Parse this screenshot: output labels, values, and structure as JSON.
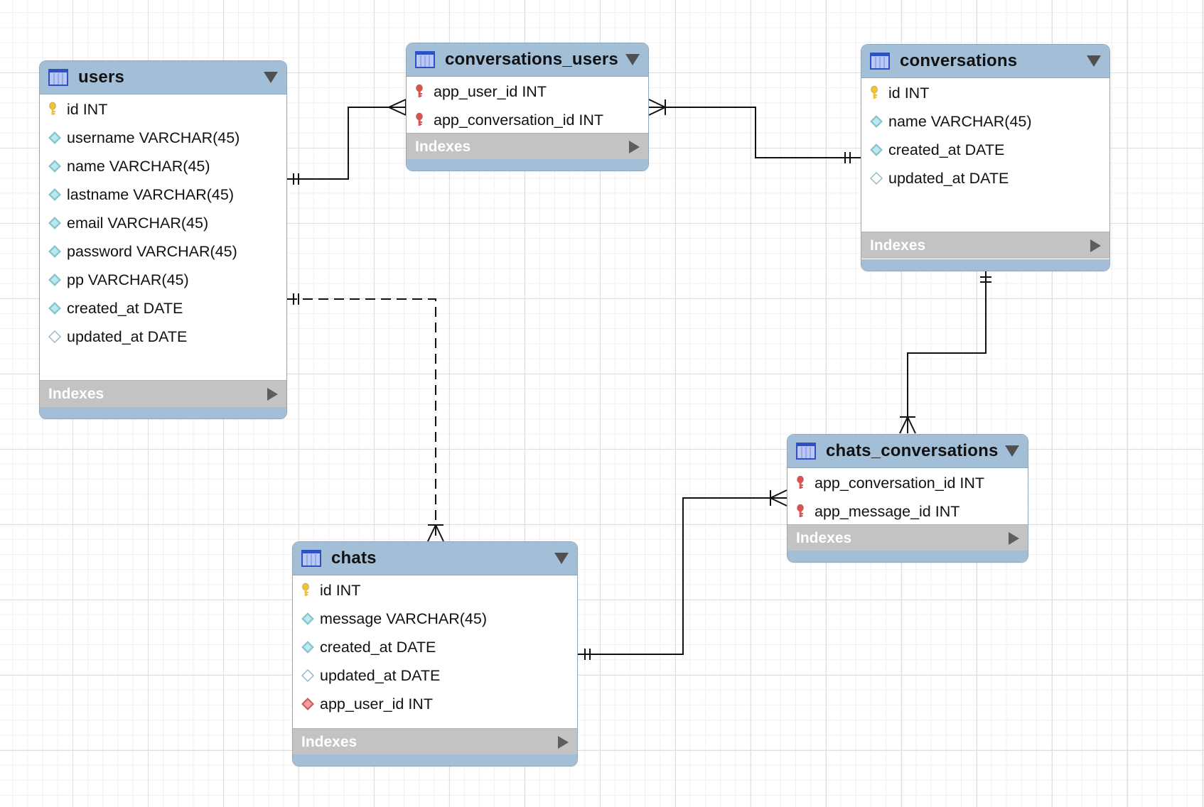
{
  "diagram": {
    "indexes_label": "Indexes",
    "colors": {
      "header": "#a3bfd8",
      "indexes_bar": "#c3c3c3",
      "line": "#111111",
      "pk_icon": "#f2c230",
      "fk_icon": "#d9534f",
      "column_icon": "#7fd0d8"
    },
    "entities": [
      {
        "id": "users",
        "name": "users",
        "columns": [
          {
            "label": "id INT",
            "icon": "primary-key-icon"
          },
          {
            "label": "username VARCHAR(45)",
            "icon": "column-filled-icon"
          },
          {
            "label": "name VARCHAR(45)",
            "icon": "column-filled-icon"
          },
          {
            "label": "lastname VARCHAR(45)",
            "icon": "column-filled-icon"
          },
          {
            "label": "email VARCHAR(45)",
            "icon": "column-filled-icon"
          },
          {
            "label": "password VARCHAR(45)",
            "icon": "column-filled-icon"
          },
          {
            "label": "pp VARCHAR(45)",
            "icon": "column-filled-icon"
          },
          {
            "label": "created_at DATE",
            "icon": "column-filled-icon"
          },
          {
            "label": "updated_at DATE",
            "icon": "column-empty-icon"
          }
        ]
      },
      {
        "id": "conversations_users",
        "name": "conversations_users",
        "columns": [
          {
            "label": "app_user_id INT",
            "icon": "foreign-key-icon"
          },
          {
            "label": "app_conversation_id INT",
            "icon": "foreign-key-icon"
          }
        ]
      },
      {
        "id": "conversations",
        "name": "conversations",
        "columns": [
          {
            "label": "id INT",
            "icon": "primary-key-icon"
          },
          {
            "label": "name VARCHAR(45)",
            "icon": "column-filled-icon"
          },
          {
            "label": "created_at DATE",
            "icon": "column-filled-icon"
          },
          {
            "label": "updated_at DATE",
            "icon": "column-empty-icon"
          }
        ]
      },
      {
        "id": "chats_conversations",
        "name": "chats_conversations",
        "columns": [
          {
            "label": "app_conversation_id INT",
            "icon": "foreign-key-icon"
          },
          {
            "label": "app_message_id INT",
            "icon": "foreign-key-icon"
          }
        ]
      },
      {
        "id": "chats",
        "name": "chats",
        "columns": [
          {
            "label": "id INT",
            "icon": "primary-key-icon"
          },
          {
            "label": "message VARCHAR(45)",
            "icon": "column-filled-icon"
          },
          {
            "label": "created_at DATE",
            "icon": "column-filled-icon"
          },
          {
            "label": "updated_at DATE",
            "icon": "column-empty-icon"
          },
          {
            "label": "app_user_id INT",
            "icon": "foreign-key-column-icon"
          }
        ]
      }
    ],
    "relationships": [
      {
        "from": "users",
        "to": "conversations_users",
        "from_card": "one-and-only-one",
        "to_card": "one-or-many",
        "style": "solid"
      },
      {
        "from": "conversations",
        "to": "conversations_users",
        "from_card": "one-and-only-one",
        "to_card": "one-or-many",
        "style": "solid"
      },
      {
        "from": "users",
        "to": "chats",
        "from_card": "one-and-only-one",
        "to_card": "one-or-many",
        "style": "dashed"
      },
      {
        "from": "conversations",
        "to": "chats_conversations",
        "from_card": "one-and-only-one",
        "to_card": "one-or-many",
        "style": "solid"
      },
      {
        "from": "chats",
        "to": "chats_conversations",
        "from_card": "one-and-only-one",
        "to_card": "one-or-many",
        "style": "solid"
      }
    ]
  }
}
